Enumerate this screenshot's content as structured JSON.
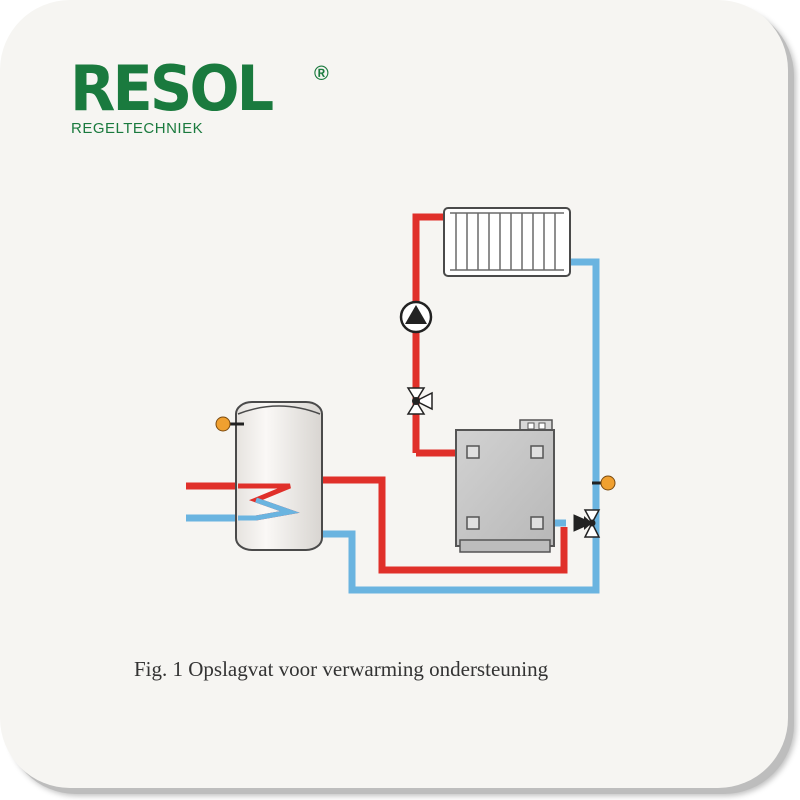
{
  "brand": {
    "name": "RESOL",
    "registered": "®",
    "subtitle": "REGELTECHNIEK",
    "color": "#1a7a3e"
  },
  "caption": "Fig. 1 Opslagvat voor verwarming ondersteuning",
  "colors": {
    "hot_pipe": "#e0302a",
    "cold_pipe": "#6ab4e0",
    "sensor": "#f0a030",
    "boiler": "#c8c8c8",
    "background": "#f6f5f2"
  },
  "icons": [
    "radiator-icon",
    "pump-icon",
    "three-way-valve-icon",
    "storage-tank-icon",
    "boiler-icon",
    "temperature-sensor-icon"
  ]
}
